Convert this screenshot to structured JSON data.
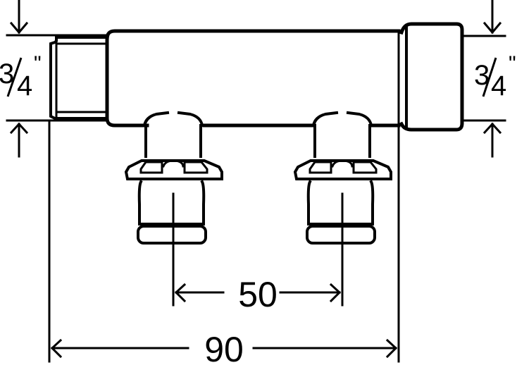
{
  "diagram": {
    "subject": "manifold with two outlets",
    "colors": {
      "line": "#000000",
      "background": "#ffffff"
    },
    "dimensions": {
      "left_thread": {
        "value": "3/4",
        "num": "3",
        "den": "4",
        "unit": "\""
      },
      "right_thread": {
        "value": "3/4",
        "num": "3",
        "den": "4",
        "unit": "\""
      },
      "outlet_spacing": "50",
      "overall_length": "90"
    }
  }
}
